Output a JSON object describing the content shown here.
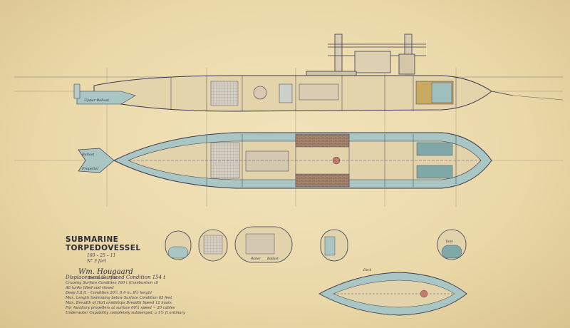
{
  "drawing": {
    "title": "SUBMARINE TORPEDOVESSEL",
    "subtitle_1": "160 – 25 – 11",
    "subtitle_2": "N° 3 fort",
    "signature": "Wm. Hougaard",
    "signature_date": "December 1886"
  },
  "notes": {
    "heading": "Displacement   Surfaced Condition  154 t",
    "lines": [
      "Cruising Surface Condition  160 t  (Combustion cl)",
      "All tanks filled and closed",
      "Deep  5.8 ft  –  Condition 20½ ft 6 in. 8½ height",
      "Max. Length  Swimming below Surface Condition  65 feet",
      "Max. Breadth of Hull amidships  Breadth  Speed  12 knots",
      "For Auxiliary propellers at surface 60½ speed  ~  20 cables",
      "Underwater Capability completely submerged, a 1½ ft ordinary"
    ]
  },
  "labels": {
    "lower_tank": "Upper Ballast",
    "tail_tank": "Ballast",
    "plan_tail": "Propeller",
    "deck_label": "Deck",
    "section_label_1": "Water",
    "section_label_2": "Ballast",
    "section_label_3": "Tank"
  },
  "colors": {
    "paper": "#ecdcb0",
    "ink": "#3a3a55",
    "wash_blue": "#a9c6c2",
    "wash_blue_dark": "#7fa8a6",
    "wash_brown": "#9b7f6a",
    "wash_red": "#c97b6b"
  }
}
